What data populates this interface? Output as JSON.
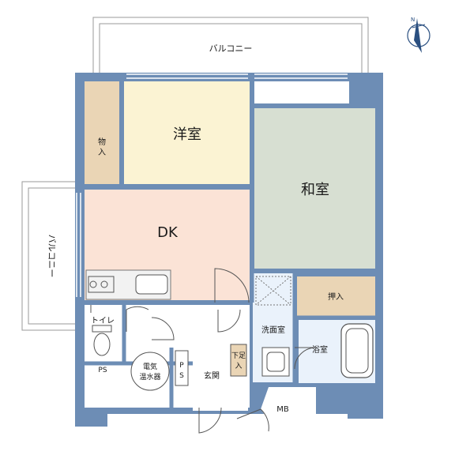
{
  "labels": {
    "balcony_top": "バルコニー",
    "balcony_left": "バルコニー",
    "western_room": "洋室",
    "japanese_room": "和室",
    "dk": "DK",
    "storage_line1": "物",
    "storage_line2": "入",
    "oshiire": "押入",
    "washroom": "洗面室",
    "bathroom": "浴室",
    "toilet": "トイレ",
    "ps_small": "PS",
    "water_heater_line1": "電気",
    "water_heater_line2": "温水器",
    "ps_vertical_1": "P",
    "ps_vertical_2": "S",
    "entrance": "玄関",
    "shoe_box_line1": "下足",
    "shoe_box_line2": "入",
    "mb": "MB"
  },
  "colors": {
    "wall": "#6d8db5",
    "western_room": "#fbf3d3",
    "japanese_room": "#d7dfd2",
    "dk": "#fbe3d6",
    "storage": "#ead5b5",
    "wet_area": "#eaf2fb",
    "floor": "#ffffff",
    "compass": "#2a4f80"
  },
  "compass": {
    "icon": "north-compass-icon"
  }
}
